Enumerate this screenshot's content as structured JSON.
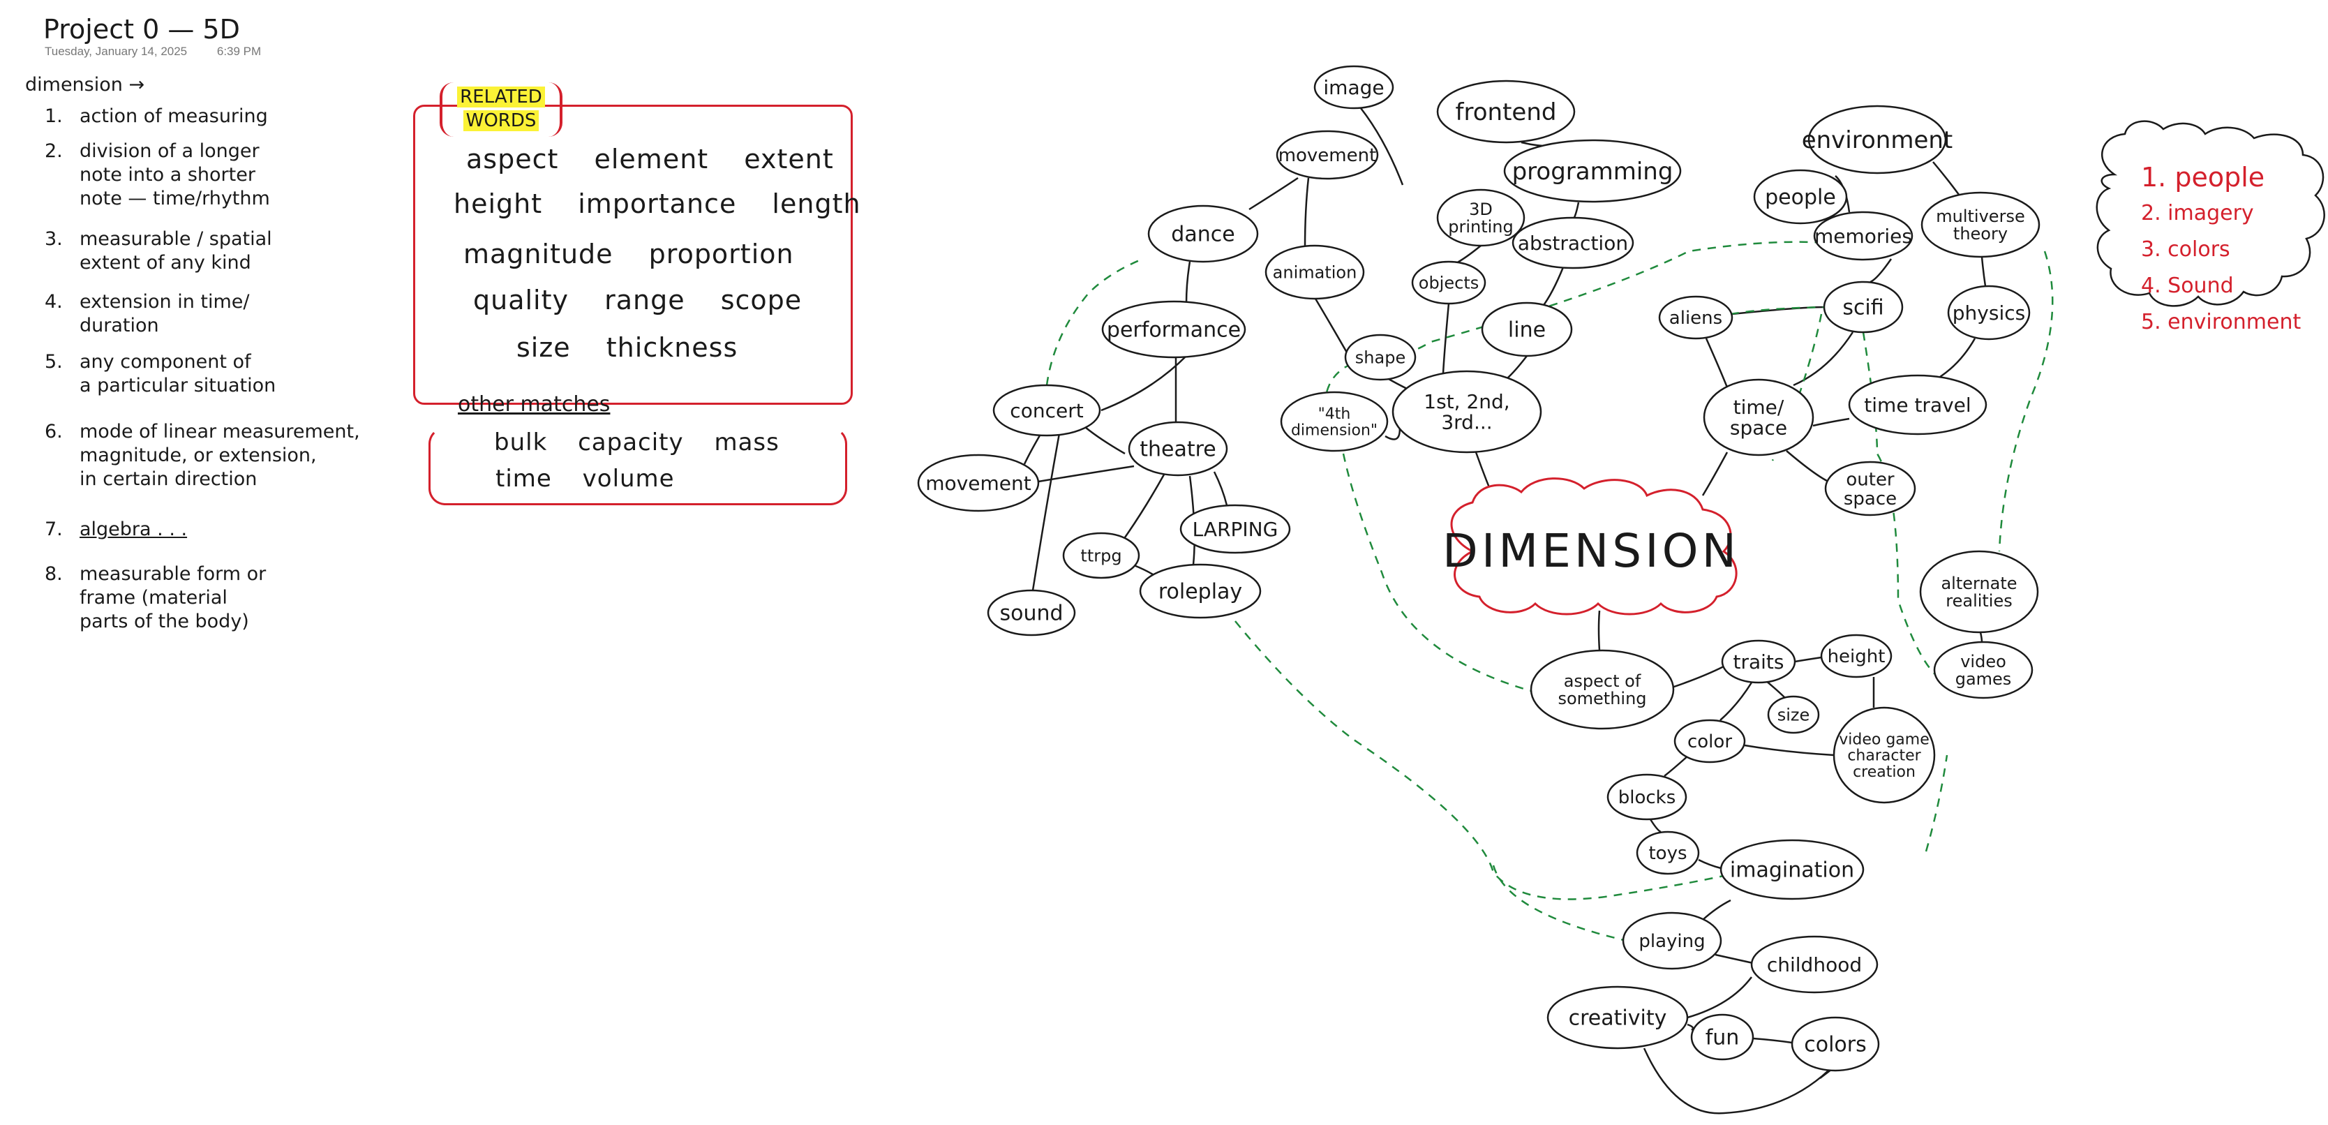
{
  "note": {
    "title": "Project 0 — 5D",
    "date": "Tuesday, January 14, 2025",
    "time": "6:39 PM"
  },
  "definitions": {
    "heading": "dimension →",
    "items": [
      {
        "num": "1.",
        "lines": [
          "action of measuring"
        ]
      },
      {
        "num": "2.",
        "lines": [
          "division of a longer",
          "note into a shorter",
          "note — time/rhythm"
        ]
      },
      {
        "num": "3.",
        "lines": [
          "measurable / spatial",
          "extent of any kind"
        ]
      },
      {
        "num": "4.",
        "lines": [
          "extension in time/",
          "duration"
        ]
      },
      {
        "num": "5.",
        "lines": [
          "any component of",
          "a particular situation"
        ]
      },
      {
        "num": "6.",
        "lines": [
          "mode of linear measurement,",
          "magnitude, or extension,",
          "in certain direction"
        ]
      },
      {
        "num": "7.",
        "lines": [
          "algebra . . ."
        ]
      },
      {
        "num": "8.",
        "lines": [
          "measurable form or",
          "frame (material",
          "parts of the body)"
        ]
      }
    ]
  },
  "related_words": {
    "title_line1": "RELATED",
    "title_line2": "WORDS",
    "rows": [
      [
        "aspect",
        "element",
        "extent"
      ],
      [
        "height",
        "importance",
        "length"
      ],
      [
        "magnitude",
        "proportion"
      ],
      [
        "quality",
        "range",
        "scope"
      ],
      [
        "size",
        "thickness"
      ]
    ],
    "other_heading": "other matches",
    "other_rows": [
      [
        "bulk",
        "capacity",
        "mass"
      ],
      [
        "time",
        "volume"
      ]
    ]
  },
  "cloud_list": [
    "1. people",
    "2. imagery",
    "3. colors",
    "4. Sound",
    "5. environment"
  ],
  "mind_map": {
    "center": "DIMENSION",
    "nodes": {
      "image": "image",
      "frontend": "frontend",
      "movement_top": "movement",
      "programming": "programming",
      "printing": "3D printing",
      "dance": "dance",
      "abstraction": "abstraction",
      "animation": "animation",
      "objects": "objects",
      "performance": "performance",
      "line": "line",
      "shape": "shape",
      "concert": "concert",
      "fourth": "\"4th dimension\"",
      "first": "1st, 2nd, 3rd...",
      "theatre": "theatre",
      "movement": "movement",
      "larping": "LARPING",
      "ttrpg": "ttrpg",
      "roleplay": "roleplay",
      "sound": "sound",
      "environment": "environment",
      "people": "people",
      "memories": "memories",
      "multiverse": "multiverse theory",
      "aliens": "aliens",
      "scifi": "scifi",
      "physics": "physics",
      "timespace": "time/ space",
      "timetravel": "time travel",
      "outerspace": "outer space",
      "alternate": "alternate realities",
      "videogames": "video games",
      "aspect": "aspect of something",
      "traits": "traits",
      "height": "height",
      "size": "size",
      "color": "color",
      "vgcc": "video game character creation",
      "blocks": "blocks",
      "toys": "toys",
      "imagination": "imagination",
      "playing": "playing",
      "childhood": "childhood",
      "creativity": "creativity",
      "fun": "fun",
      "colors": "colors"
    }
  }
}
